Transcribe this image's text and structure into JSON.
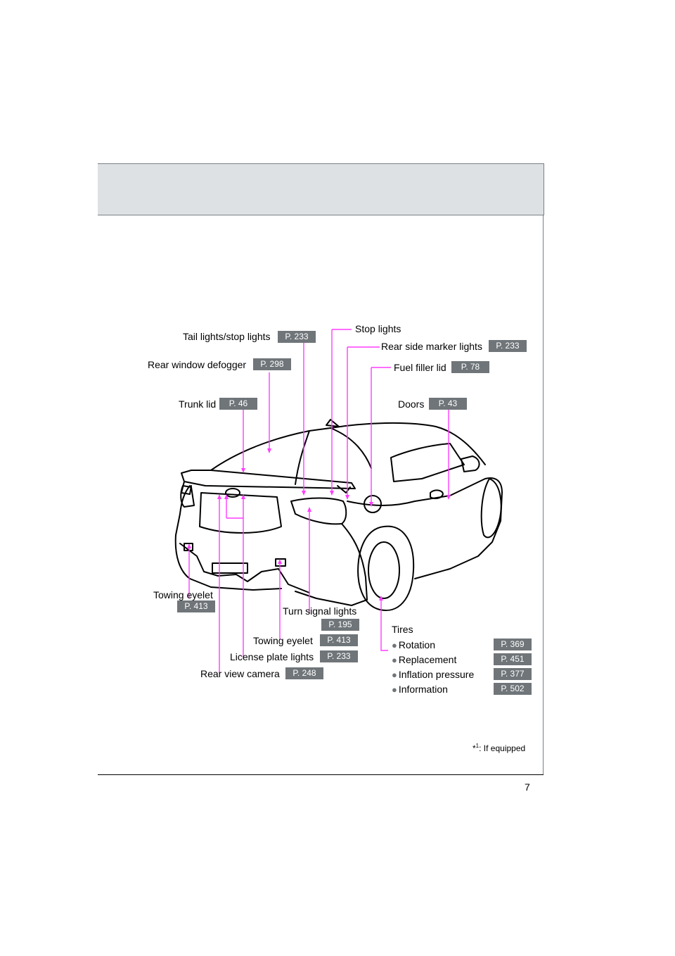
{
  "page": {
    "number": "7",
    "footnote_mark": "*",
    "footnote_sup": "1",
    "footnote_text": ": If equipped"
  },
  "labels": {
    "tail_lights": {
      "text": "Tail lights/stop lights",
      "page": "P. 233"
    },
    "stop_lights": {
      "text": "Stop lights"
    },
    "rear_side_marker": {
      "text": "Rear side marker lights",
      "page": "P. 233"
    },
    "rear_window_defogger": {
      "text": "Rear window defogger",
      "page": "P. 298"
    },
    "fuel_filler_lid": {
      "text": "Fuel filler lid",
      "page": "P. 78"
    },
    "trunk_lid": {
      "text": "Trunk lid",
      "page": "P. 46"
    },
    "doors": {
      "text": "Doors",
      "page": "P. 43"
    },
    "towing_eyelet_left": {
      "text": "Towing eyelet",
      "page": "P. 413"
    },
    "turn_signal": {
      "text": "Turn signal lights",
      "page": "P. 195"
    },
    "towing_eyelet_center": {
      "text": "Towing eyelet",
      "page": "P. 413"
    },
    "license_plate": {
      "text": "License plate lights",
      "page": "P. 233"
    },
    "rear_view_camera": {
      "text": "Rear view camera",
      "page": "P. 248"
    }
  },
  "tires": {
    "title": "Tires",
    "items": [
      {
        "text": "Rotation",
        "page": "P. 369"
      },
      {
        "text": "Replacement",
        "page": "P. 451"
      },
      {
        "text": "Inflation pressure",
        "page": "P. 377"
      },
      {
        "text": "Information",
        "page": "P. 502"
      }
    ]
  },
  "colors": {
    "leader": "#ff3dff",
    "badge": "#6f7579",
    "header": "#dde1e4"
  }
}
